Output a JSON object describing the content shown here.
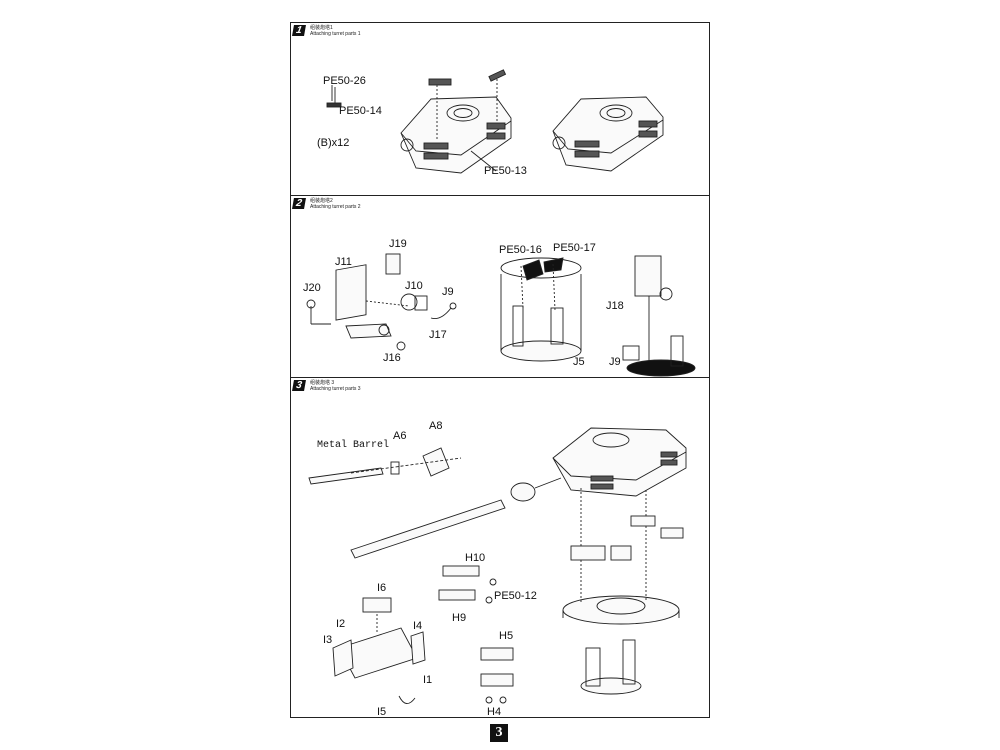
{
  "steps": [
    {
      "number": "1",
      "caption_cn": "组装炮塔1",
      "caption_en": "Attaching turret parts 1",
      "labels": [
        "PE50-26",
        "PE50-14",
        "(B)x12",
        "PE50-13"
      ]
    },
    {
      "number": "2",
      "caption_cn": "组装炮塔2",
      "caption_en": "Attaching turret parts 2",
      "labels": [
        "J19",
        "J11",
        "J20",
        "J10",
        "J9",
        "J17",
        "J16",
        "PE50-16",
        "PE50-17",
        "J5",
        "J18",
        "J9"
      ]
    },
    {
      "number": "3",
      "caption_cn": "组装炮塔 3",
      "caption_en": "Attaching turret parts 3",
      "labels": [
        "A8",
        "A6",
        "Metal Barrel",
        "H10",
        "PE50-12",
        "H9",
        "I6",
        "I2",
        "I3",
        "I4",
        "I1",
        "I5",
        "H5",
        "H4"
      ]
    }
  ],
  "page_number": "3"
}
